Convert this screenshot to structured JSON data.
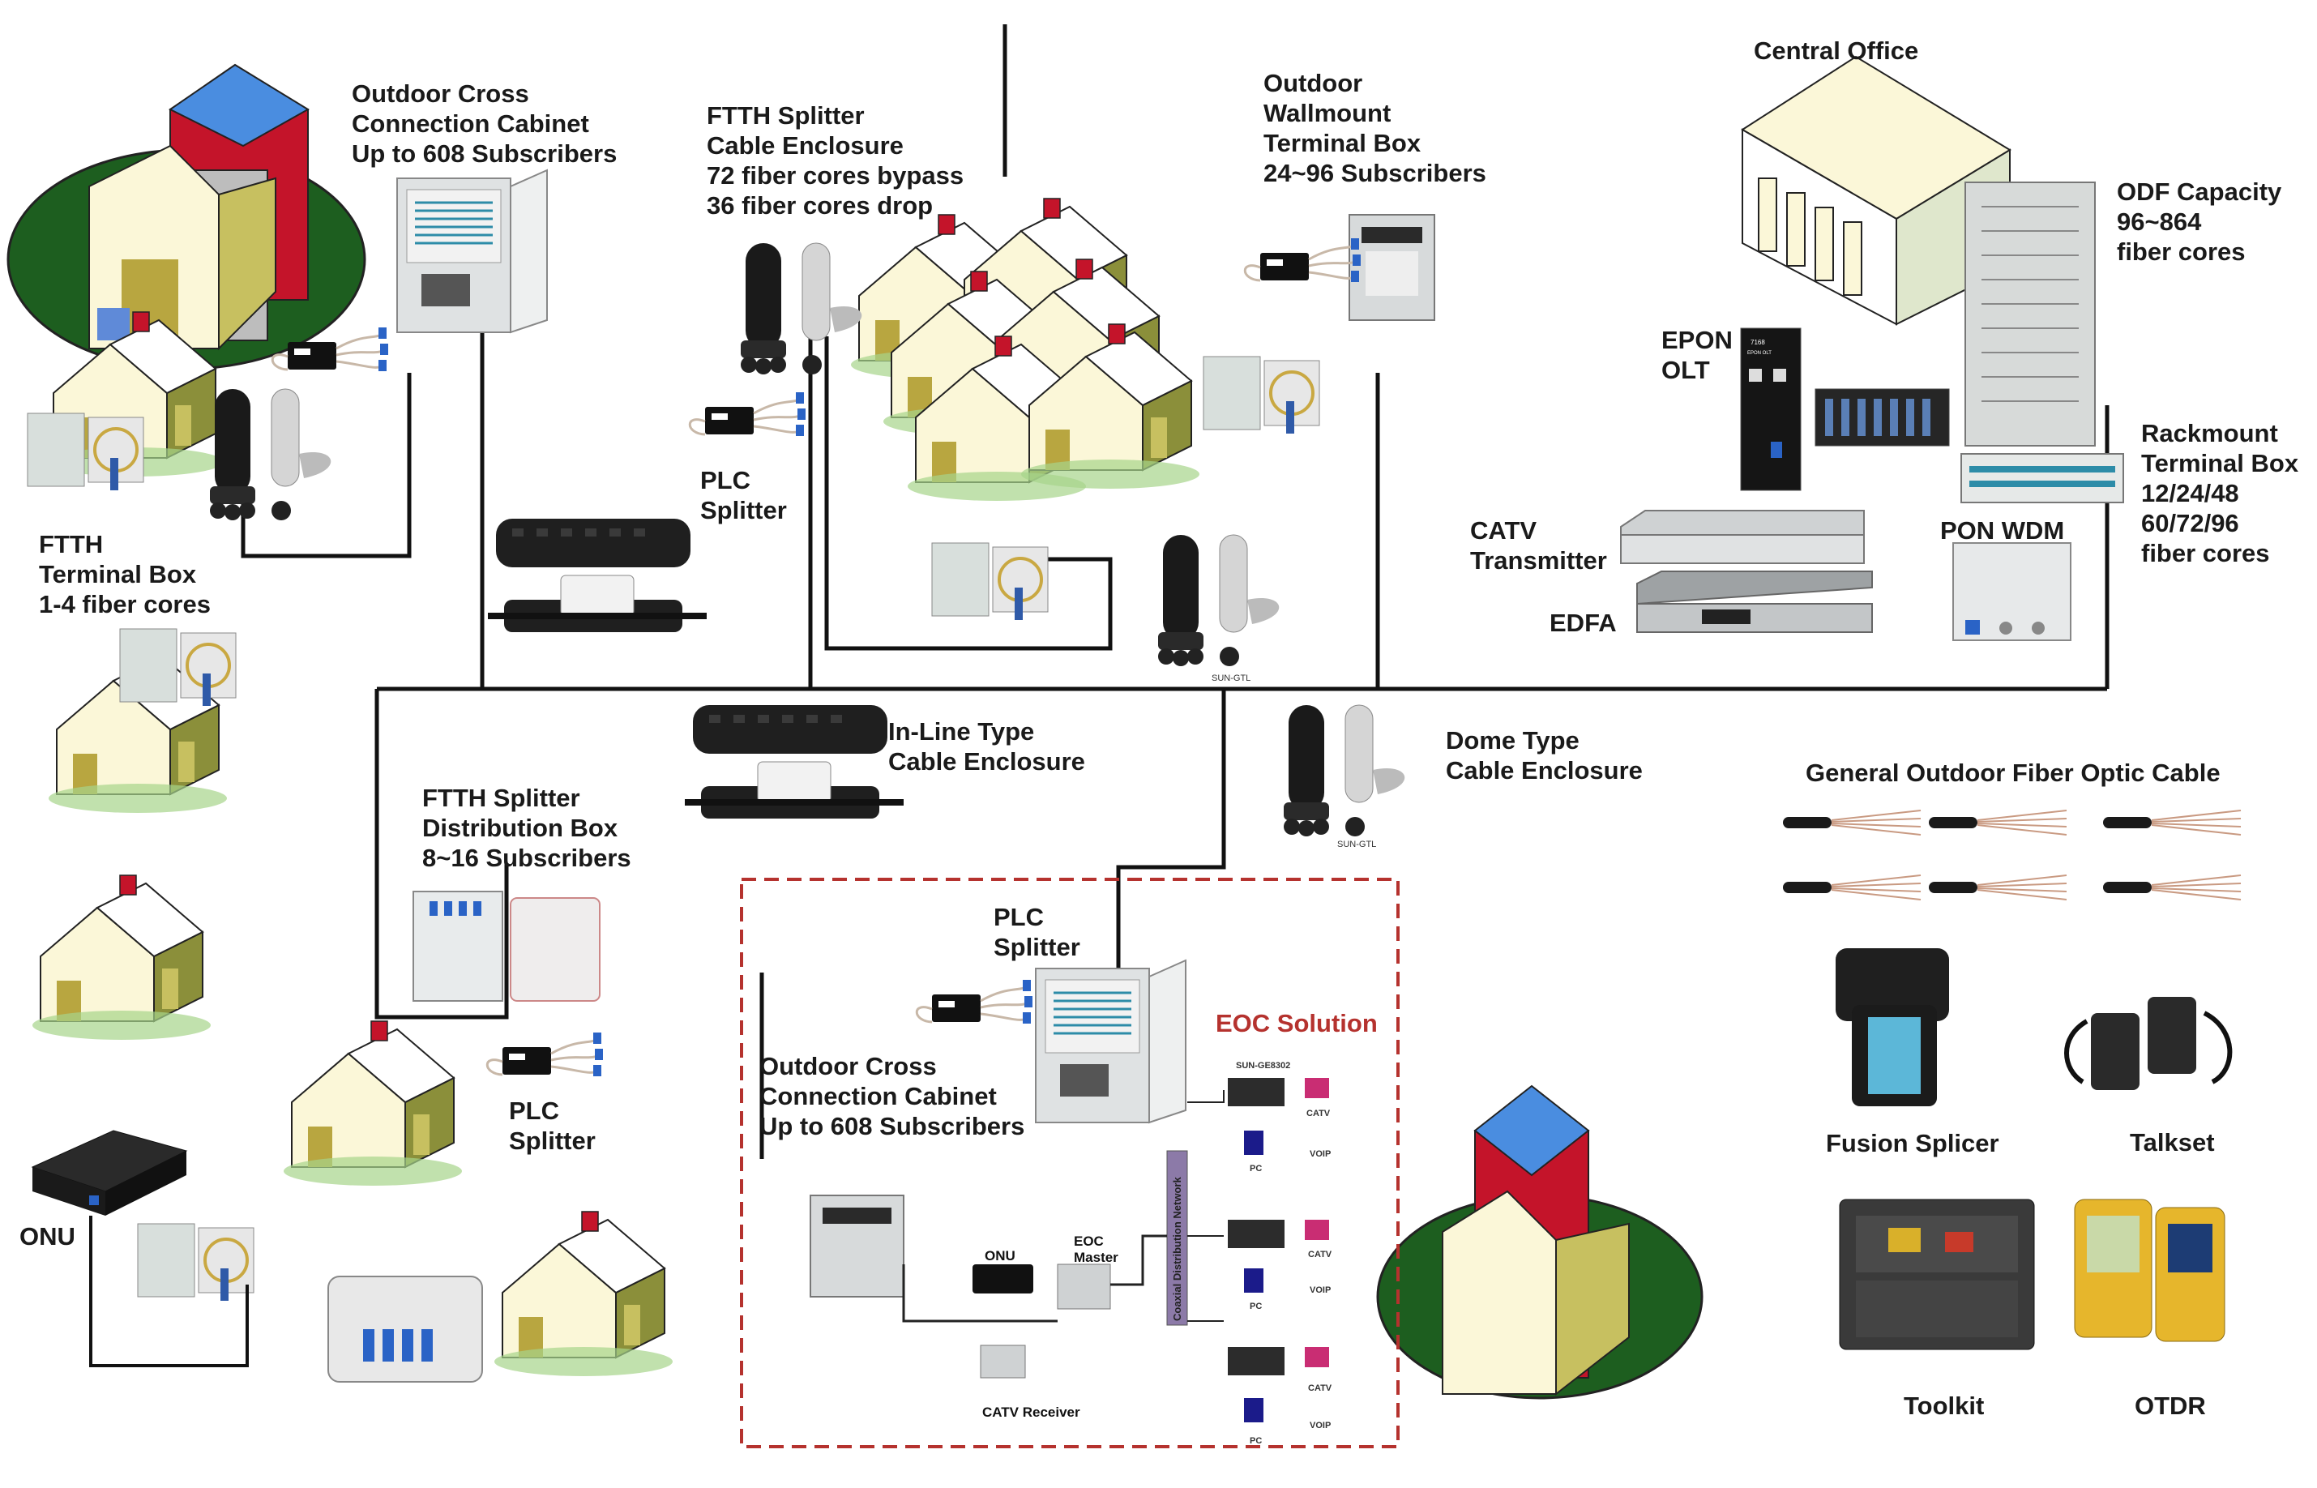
{
  "labels": {
    "occ1": [
      "Outdoor Cross",
      "Connection Cabinet",
      "Up to 608 Subscribers"
    ],
    "ftth_enclosure": [
      "FTTH Splitter",
      "Cable Enclosure",
      "72 fiber cores bypass",
      "36 fiber cores drop"
    ],
    "wallmount": [
      "Outdoor",
      "Wallmount",
      "Terminal Box",
      "24~96 Subscribers"
    ],
    "central_office": "Central Office",
    "odf": [
      "ODF Capacity",
      "96~864",
      "fiber cores"
    ],
    "epon": [
      "EPON",
      "OLT"
    ],
    "rackmount": [
      "Rackmount",
      "Terminal Box",
      "12/24/48",
      "60/72/96",
      "fiber cores"
    ],
    "pon_wdm": "PON WDM",
    "catv_tx": [
      "CATV",
      "Transmitter"
    ],
    "edfa": "EDFA",
    "plc1": [
      "PLC",
      "Splitter"
    ],
    "ftth_terminal": [
      "FTTH",
      "Terminal Box",
      "1-4 fiber cores"
    ],
    "inline": [
      "In-Line Type",
      "Cable Enclosure"
    ],
    "dome": [
      "Dome Type",
      "Cable Enclosure"
    ],
    "general_cable": "General Outdoor Fiber Optic Cable",
    "ftth_dist": [
      "FTTH Splitter",
      "Distribution Box",
      "8~16 Subscribers"
    ],
    "plc2": [
      "PLC",
      "Splitter"
    ],
    "plc3": [
      "PLC",
      "Splitter"
    ],
    "occ2": [
      "Outdoor Cross",
      "Connection Cabinet",
      "Up to 608 Subscribers"
    ],
    "eoc_solution": "EOC Solution",
    "onu_left": "ONU",
    "fusion_splicer": "Fusion Splicer",
    "talkset": "Talkset",
    "toolkit": "Toolkit",
    "otdr": "OTDR"
  },
  "eoc": {
    "onu": "ONU",
    "master": [
      "EOC",
      "Master"
    ],
    "catv_receiver": "CATV Receiver",
    "coax": "Coaxial Distribution Network",
    "model": "SUN-GE8302",
    "catv": "CATV",
    "voip": "VOIP",
    "pc": "PC"
  },
  "device_text": {
    "dome_brand": "SUN-GTL",
    "olt_model": "7168",
    "olt_sub": "EPON OLT"
  },
  "colors": {
    "eoc_frame": "#b5322e",
    "eoc_title": "#b5322e",
    "line": "#111111",
    "ground": "#1d5e1f",
    "house_wall": "#fbf7d8",
    "roof_red": "#c4142a",
    "roof_blue": "#4a8de0"
  }
}
